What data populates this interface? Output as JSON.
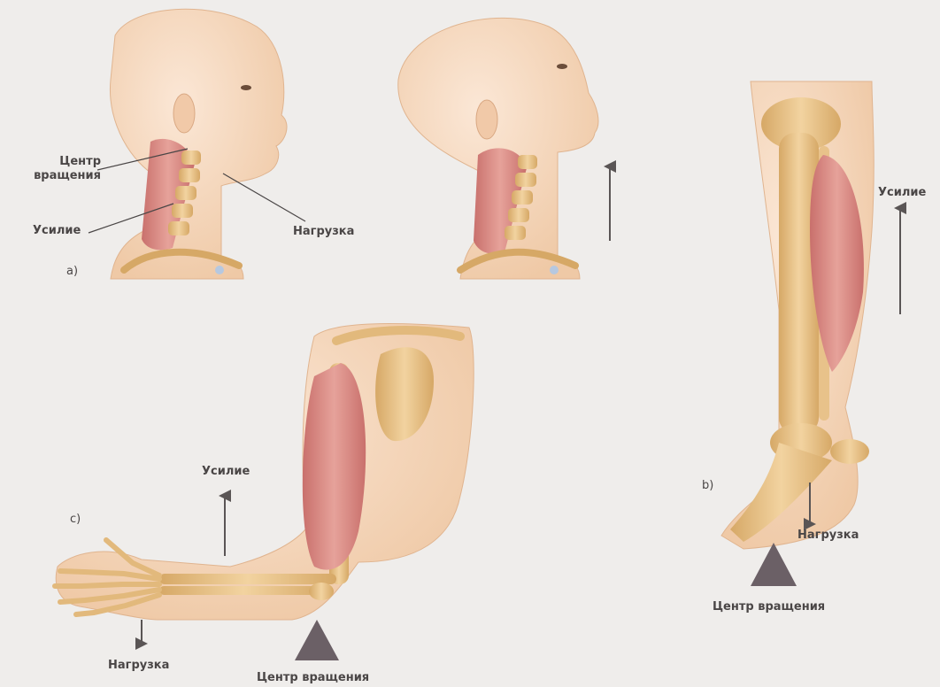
{
  "panels": {
    "a": {
      "tag": "a)",
      "pivot_line1": "Центр",
      "pivot_line2": "вращения",
      "effort": "Усилие",
      "load": "Нагрузка"
    },
    "b": {
      "tag": "b)",
      "effort": "Усилие",
      "load": "Нагрузка",
      "pivot": "Центр вращения"
    },
    "c": {
      "tag": "c)",
      "effort": "Усилие",
      "load": "Нагрузка",
      "pivot": "Центр вращения"
    }
  },
  "colors": {
    "background": "#efedeb",
    "skin": "#f4d3b6",
    "bone": "#e2b97c",
    "muscle": "#d98a84",
    "fulcrum": "#6b6066",
    "arrow": "#5a5555"
  }
}
